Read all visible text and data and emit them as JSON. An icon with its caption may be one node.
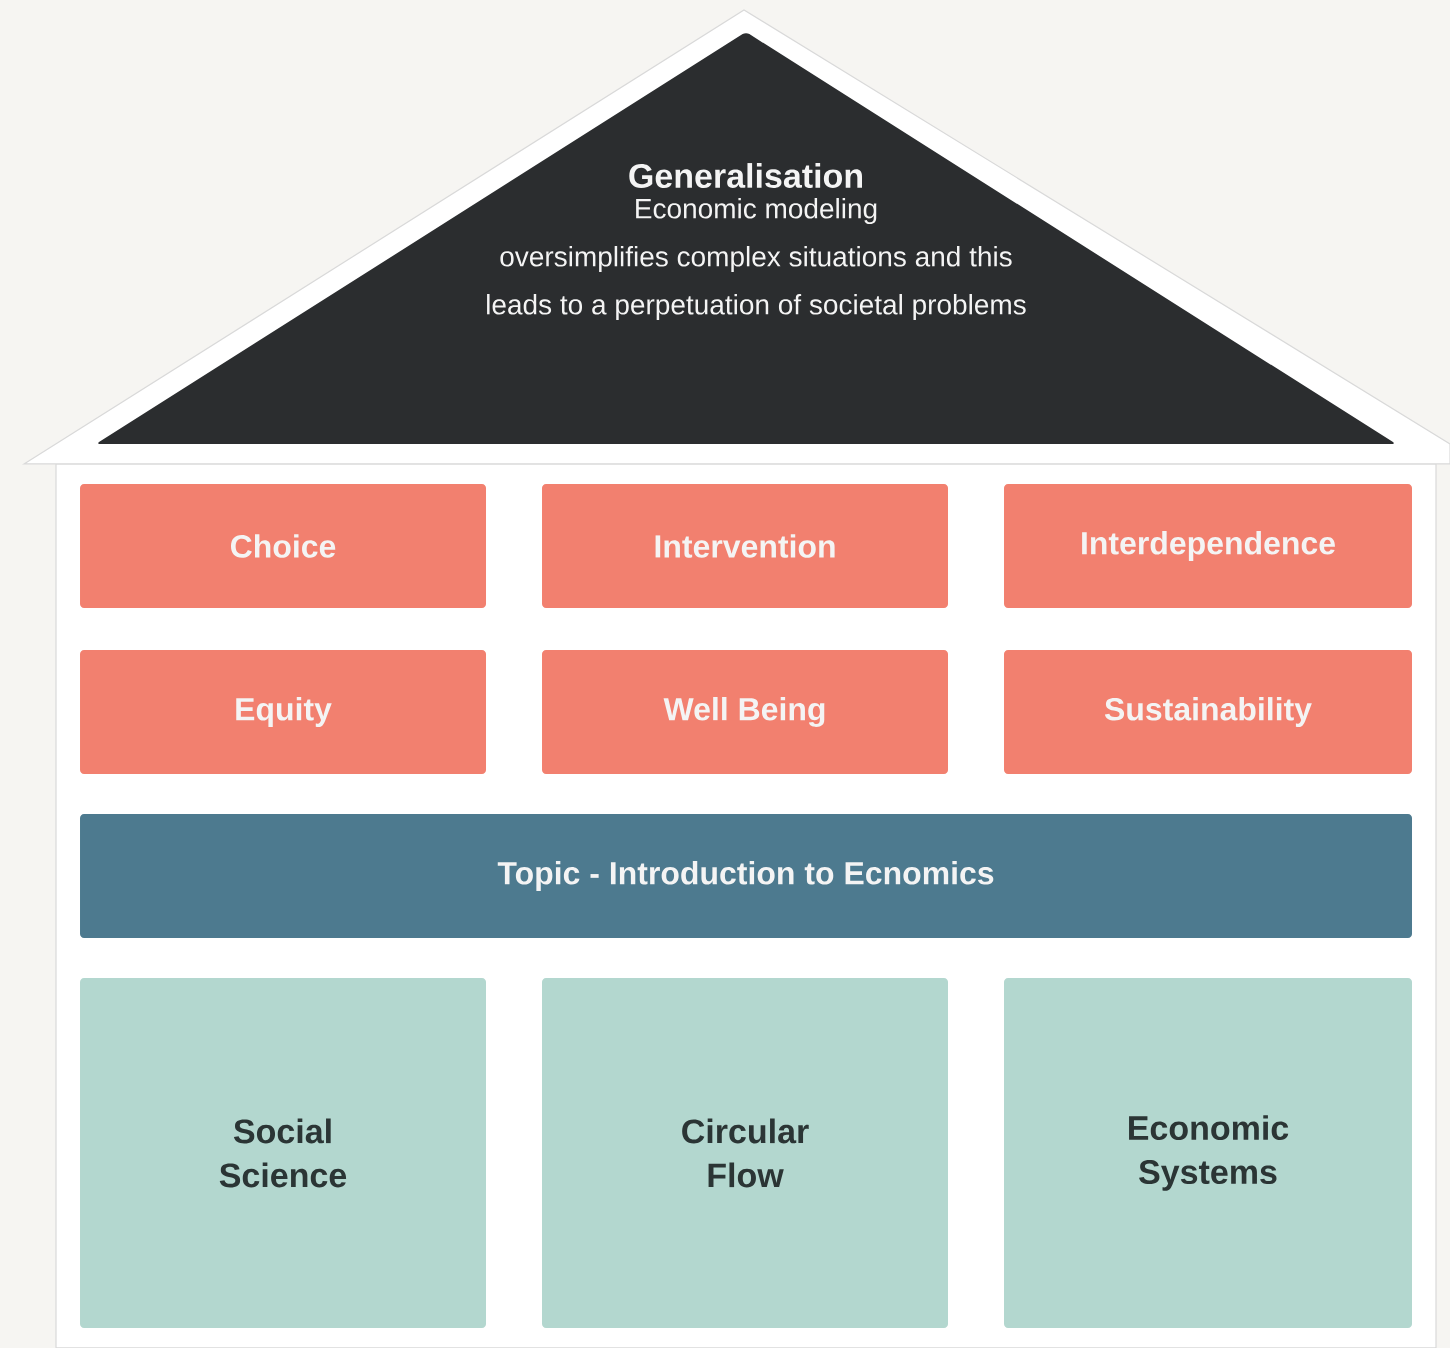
{
  "diagram": {
    "nodes": [
      {
        "text": [
          "Generalisation",
          "Economic modeling oversimplifies complex situations and this leads to a perpetuation of societal problems"
        ]
      },
      {
        "text": [
          "Choice"
        ]
      },
      {
        "text": [
          "Intervention"
        ]
      },
      {
        "text": [
          "Interdependence"
        ]
      },
      {
        "text": [
          "Equity"
        ]
      },
      {
        "text": [
          "Well Being"
        ]
      },
      {
        "text": [
          "Sustainability"
        ]
      },
      {
        "text": [
          "Topic - Introduction to Ecnomics"
        ]
      },
      {
        "text": [
          "Social Science"
        ]
      },
      {
        "text": [
          "Circular Flow"
        ]
      },
      {
        "text": [
          "Economic Systems"
        ]
      }
    ]
  }
}
